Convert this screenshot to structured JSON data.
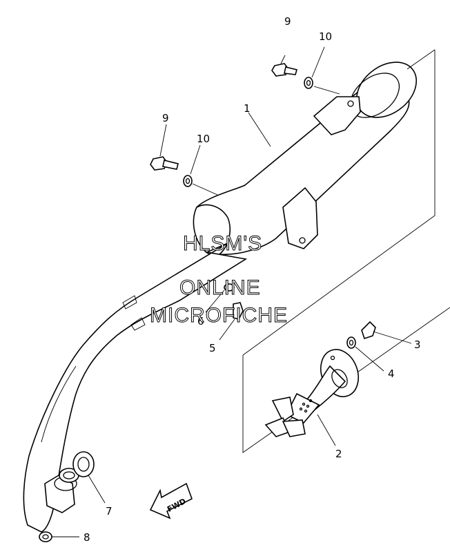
{
  "callouts": {
    "c1": "1",
    "c2": "2",
    "c3": "3",
    "c4": "4",
    "c5": "5",
    "c6": "6",
    "c7": "7",
    "c8": "8",
    "c9a": "9",
    "c9b": "9",
    "c10a": "10",
    "c10b": "10"
  },
  "watermark": {
    "line1": "HLSM'S",
    "line2": "ONLINE",
    "line3": "MICROFICHE"
  },
  "fwd_label": "FWD",
  "colors": {
    "ink": "#000000",
    "paper": "#ffffff"
  }
}
